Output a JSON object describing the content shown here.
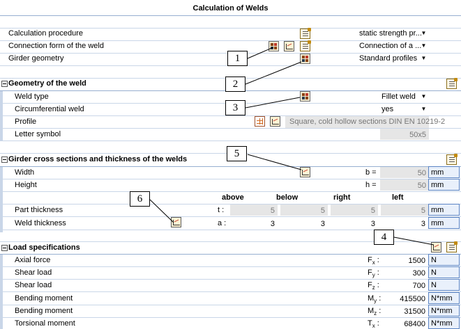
{
  "title": "Calculation of Welds",
  "general": {
    "calc_procedure_label": "Calculation procedure",
    "calc_procedure_value": "static strength pr...",
    "connection_form_label": "Connection form of the weld",
    "connection_form_value": "Connection of a ...",
    "girder_geometry_label": "Girder geometry",
    "girder_geometry_value": "Standard profiles"
  },
  "geometry": {
    "header": "Geometry of the weld",
    "weld_type_label": "Weld type",
    "weld_type_value": "Fillet weld",
    "circumferential_label": "Circumferential weld",
    "circumferential_value": "yes",
    "profile_label": "Profile",
    "profile_value": "Square, cold hollow sections DIN EN 10219-2",
    "letter_symbol_label": "Letter symbol",
    "letter_symbol_value": "50x5"
  },
  "girder": {
    "header": "Girder cross sections and thickness of the welds",
    "width_label": "Width",
    "width_symbol": "b =",
    "width_value": "50",
    "width_unit": "mm",
    "height_label": "Height",
    "height_symbol": "h =",
    "height_value": "50",
    "height_unit": "mm",
    "col_above": "above",
    "col_below": "below",
    "col_right": "right",
    "col_left": "left",
    "part_thickness_label": "Part thickness",
    "part_thickness_symbol": "t :",
    "part_thickness_values": [
      "5",
      "5",
      "5",
      "5"
    ],
    "part_thickness_unit": "mm",
    "weld_thickness_label": "Weld thickness",
    "weld_thickness_symbol": "a :",
    "weld_thickness_values": [
      "3",
      "3",
      "3",
      "3"
    ],
    "weld_thickness_unit": "mm"
  },
  "load": {
    "header": "Load specifications",
    "rows": [
      {
        "label": "Axial force",
        "sym": "F",
        "sub": "x",
        "value": "1500",
        "unit": "N"
      },
      {
        "label": "Shear load",
        "sym": "F",
        "sub": "y",
        "value": "300",
        "unit": "N"
      },
      {
        "label": "Shear load",
        "sym": "F",
        "sub": "z",
        "value": "700",
        "unit": "N"
      },
      {
        "label": "Bending moment",
        "sym": "M",
        "sub": "y",
        "value": "415500",
        "unit": "N*mm"
      },
      {
        "label": "Bending moment",
        "sym": "M",
        "sub": "z",
        "value": "31500",
        "unit": "N*mm"
      },
      {
        "label": "Torsional moment",
        "sym": "T",
        "sub": "x",
        "value": "68400",
        "unit": "N*mm"
      }
    ]
  },
  "callouts": [
    "1",
    "2",
    "3",
    "4",
    "5",
    "6"
  ],
  "icons": [
    "doc-options-icon",
    "weld-graphic-icon",
    "graph-edit-icon",
    "table-icon"
  ],
  "colors": {
    "grid": "#c9d6e8",
    "unit_border": "#5b84c4",
    "readonly": "#e6e6e6"
  }
}
